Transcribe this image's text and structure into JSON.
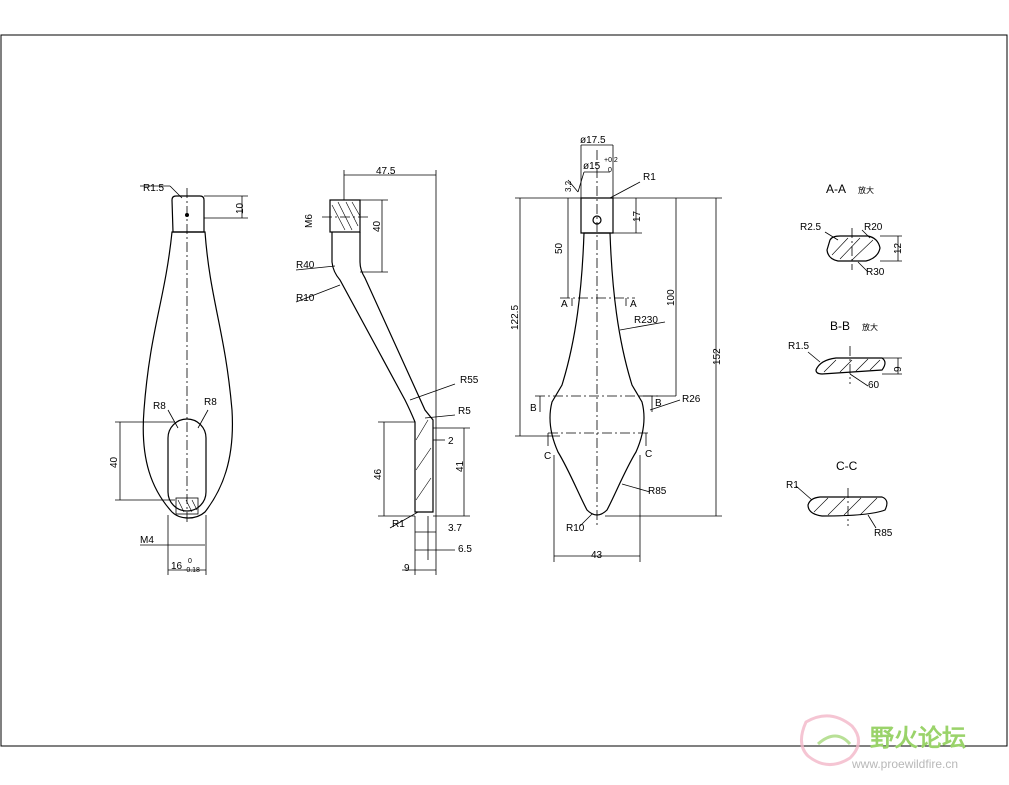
{
  "drawing": {
    "front_view": {
      "top_radius": "R1.5",
      "top_height": "10",
      "slot_left_radius": "R8",
      "slot_right_radius": "R8",
      "slot_length": "40",
      "thread": "M4",
      "width_main": "16",
      "width_tol_upper": "0",
      "width_tol_lower": "-0.18"
    },
    "side_view": {
      "offset": "47.5",
      "thread": "M6",
      "head_height": "40",
      "radius_1": "R40",
      "radius_2": "R10",
      "radius_3": "R55",
      "radius_4": "R5",
      "gap": "2",
      "height_left": "46",
      "height_right": "41",
      "bottom_radius": "R1",
      "dim_1": "3.7",
      "dim_2": "6.5",
      "dim_3": "9"
    },
    "main_view": {
      "diameter_outer": "ø17.5",
      "diameter_inner": "ø15",
      "tol_upper": "+0.2",
      "tol_lower": "0",
      "surface": "3.2",
      "radius_top": "R1",
      "dim_17": "17",
      "dim_50": "50",
      "dim_100": "100",
      "dim_122": "122.5",
      "dim_152": "152",
      "radius_230": "R230",
      "radius_26": "R26",
      "radius_85": "R85",
      "radius_10": "R10",
      "width": "43",
      "section_a": "A",
      "section_b": "B",
      "section_c": "C"
    },
    "sections": {
      "aa_title": "A-A",
      "aa_suffix": "放大",
      "aa_r1": "R2.5",
      "aa_r2": "R20",
      "aa_r3": "R30",
      "aa_h": "12",
      "bb_title": "B-B",
      "bb_suffix": "放大",
      "bb_r1": "R1.5",
      "bb_h": "9",
      "bb_w": "60",
      "cc_title": "C-C",
      "cc_r1": "R1",
      "cc_r2": "R85"
    }
  },
  "watermark": {
    "title": "野火论坛",
    "url": "www.proewildfire.cn",
    "accent": "#9ad36a",
    "logo_color": "#f2b6c8"
  }
}
